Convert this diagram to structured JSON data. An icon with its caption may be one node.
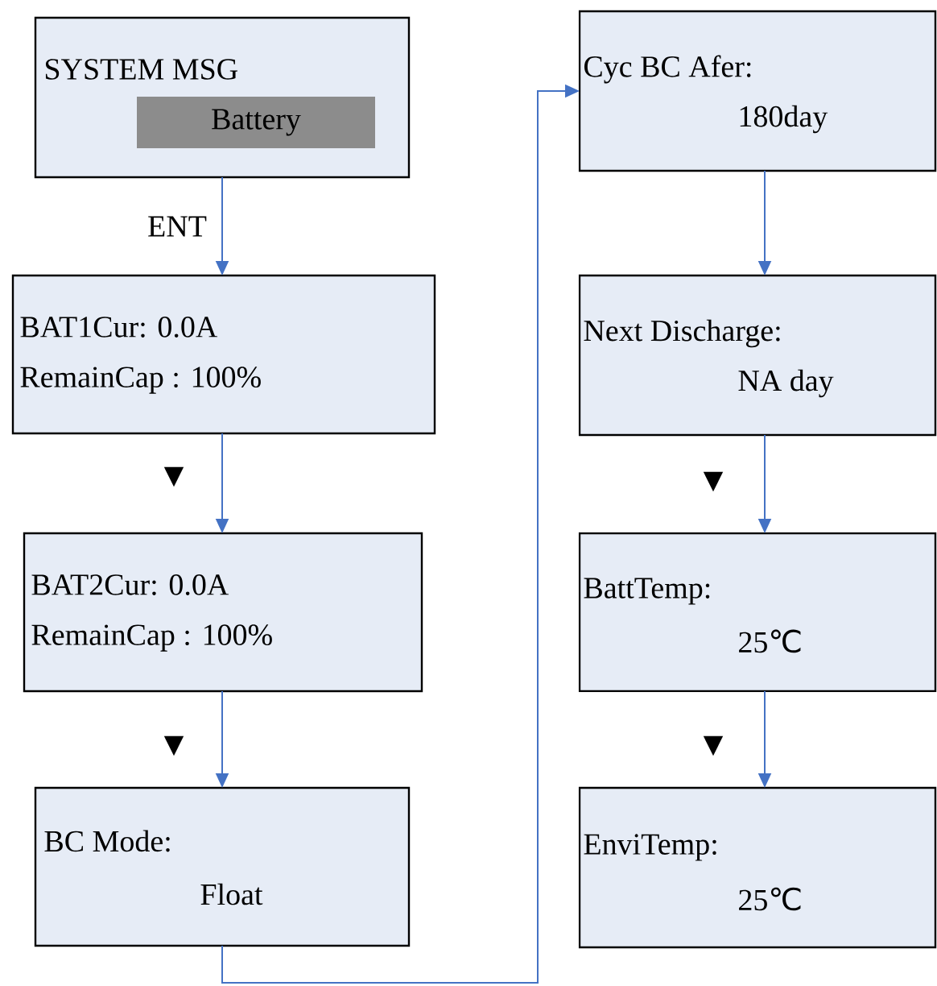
{
  "diagram": {
    "nodes": [
      {
        "text": [
          "SYSTEM MSG",
          "Battery"
        ]
      },
      {
        "text": [
          "BAT1Cur: 0.0A",
          "RemainCap : 100%"
        ]
      },
      {
        "text": [
          "BAT2Cur: 0.0A",
          "RemainCap : 100%"
        ]
      },
      {
        "text": [
          "BC Mode:",
          "Float"
        ]
      },
      {
        "text": [
          "Cyc BC Afer:",
          "180day"
        ]
      },
      {
        "text": [
          "Next Discharge:",
          "NA day"
        ]
      },
      {
        "text": [
          "BattTemp:",
          "25℃"
        ]
      },
      {
        "text": [
          "EnviTemp:",
          "25℃"
        ]
      }
    ],
    "edges": [
      {
        "from": 0,
        "to": 1,
        "arrow": "to",
        "label": "ENT"
      },
      {
        "from": 1,
        "to": 2,
        "arrow": "to"
      },
      {
        "from": 2,
        "to": 3,
        "arrow": "to"
      },
      {
        "from": 3,
        "to": 4,
        "arrow": "to"
      },
      {
        "from": 4,
        "to": 5,
        "arrow": "to"
      },
      {
        "from": 5,
        "to": 6,
        "arrow": "to"
      },
      {
        "from": 6,
        "to": 7,
        "arrow": "to"
      }
    ],
    "labels": [
      "▼",
      "▼",
      "▼",
      "▼"
    ]
  }
}
